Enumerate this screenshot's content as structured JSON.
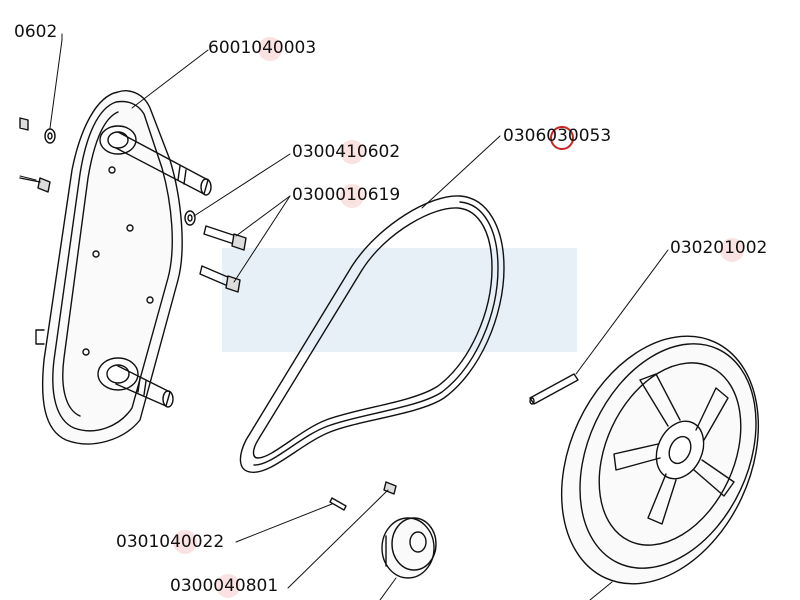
{
  "diagram": {
    "labels": {
      "p0602": "0602",
      "p6001040003": "6001040003",
      "p0300410602": "0300410602",
      "p0300010619": "0300010619",
      "p0306030053": "0306030053",
      "p030201002": "030201002",
      "p0301040022": "0301040022",
      "p0300040801": "0300040801"
    },
    "colors": {
      "line": "#111111",
      "highlight_circle": "#cc2222",
      "label_highlight": "#f4c4c4",
      "watermark": "#e6f0f6"
    }
  }
}
